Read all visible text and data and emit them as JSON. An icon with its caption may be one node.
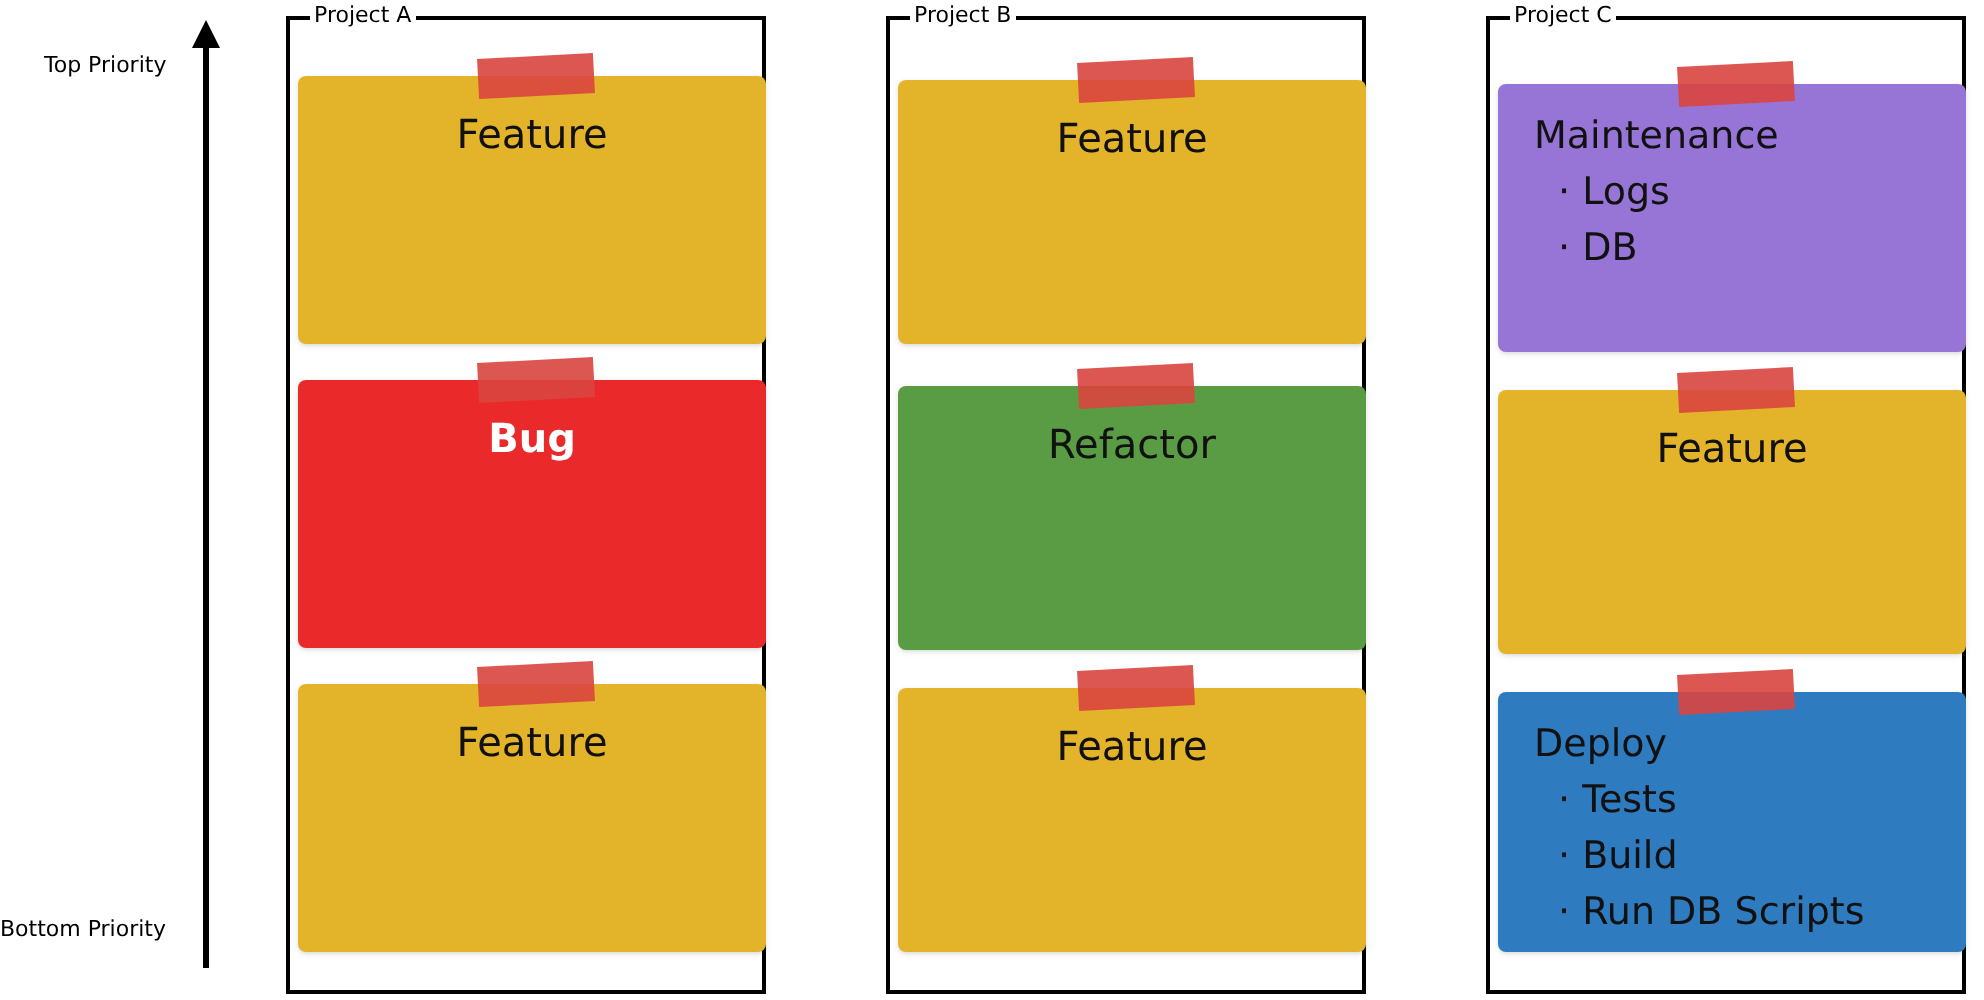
{
  "diagram": {
    "nodes": [
      {
        "text": [
          "Project A"
        ]
      },
      {
        "text": [
          "Feature"
        ],
        "in": 0
      },
      {
        "text": [
          "Bug"
        ],
        "in": 0
      },
      {
        "text": [
          "Feature"
        ],
        "in": 0
      },
      {
        "text": [
          "Project B"
        ]
      },
      {
        "text": [
          "Feature"
        ],
        "in": 4
      },
      {
        "text": [
          "Refactor"
        ],
        "in": 4
      },
      {
        "text": [
          "Feature"
        ],
        "in": 4
      },
      {
        "text": [
          "Project C"
        ]
      },
      {
        "text": [
          "Maintenance",
          "· Logs",
          "· DB"
        ],
        "in": 8
      },
      {
        "text": [
          "Feature"
        ],
        "in": 8
      },
      {
        "text": [
          "Deploy",
          "· Tests",
          "· Build",
          "· Run DB Scripts"
        ],
        "in": 8
      }
    ],
    "labels": [
      "Top Priority",
      "Bottom Priority"
    ]
  }
}
